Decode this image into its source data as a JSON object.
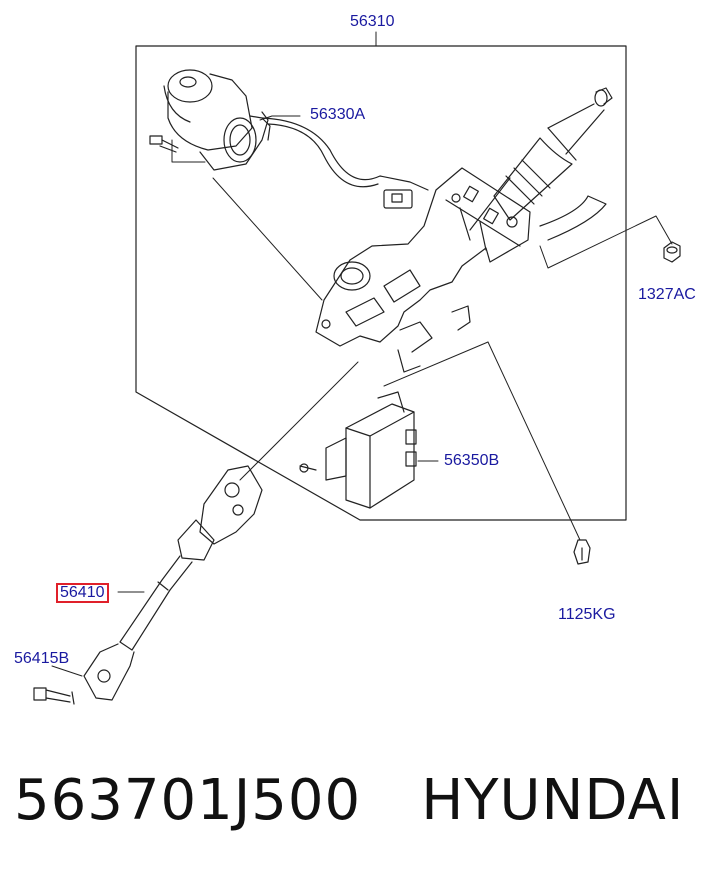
{
  "labels": {
    "assembly": "56310",
    "motor": "56330A",
    "nut": "1327AC",
    "module": "56350B",
    "bolt": "1125KG",
    "shaft": "56410",
    "shaft_bolt": "56415B"
  },
  "footer": {
    "part_number": "563701J500",
    "brand": "HYUNDAI"
  },
  "colors": {
    "callout_text": "#1a1aa0",
    "highlight_border": "#e0202a",
    "line_art": "#222222"
  }
}
